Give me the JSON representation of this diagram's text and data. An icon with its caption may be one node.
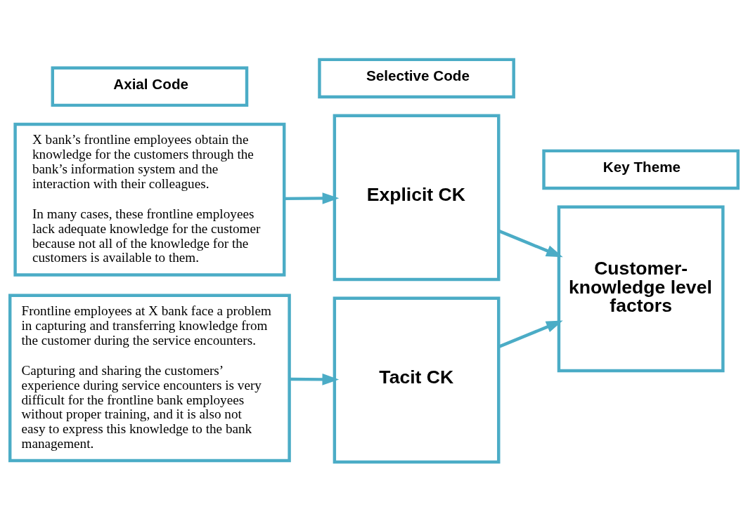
{
  "diagram": {
    "nodes": [
      {
        "text": [
          "Axial Code"
        ]
      },
      {
        "text": [
          "Selective Code"
        ]
      },
      {
        "text": [
          "Key Theme"
        ]
      },
      {
        "text": [
          "X bank’s frontline employees obtain the knowledge for the customers through the bank’s information system and the interaction with their colleagues.",
          "In many cases, these frontline employees lack adequate knowledge for the customer because not all of the knowledge for the customers is available to them."
        ]
      },
      {
        "text": [
          "Explicit CK"
        ]
      },
      {
        "text": [
          "Customer-knowledge level factors"
        ]
      },
      {
        "text": [
          "Frontline employees at X bank face a problem in capturing and transferring knowledge from the customer during the service encounters.",
          "Capturing and sharing the customers’ experience during service encounters is very difficult for the frontline bank employees without proper training, and it is also not easy to express this knowledge to the bank management."
        ]
      },
      {
        "text": [
          "Tacit CK"
        ]
      }
    ],
    "edges": [
      {
        "from": 3,
        "to": 4,
        "arrow": "to"
      },
      {
        "from": 4,
        "to": 5,
        "arrow": "to"
      },
      {
        "from": 6,
        "to": 7,
        "arrow": "to"
      },
      {
        "from": 7,
        "to": 5,
        "arrow": "to"
      }
    ]
  }
}
